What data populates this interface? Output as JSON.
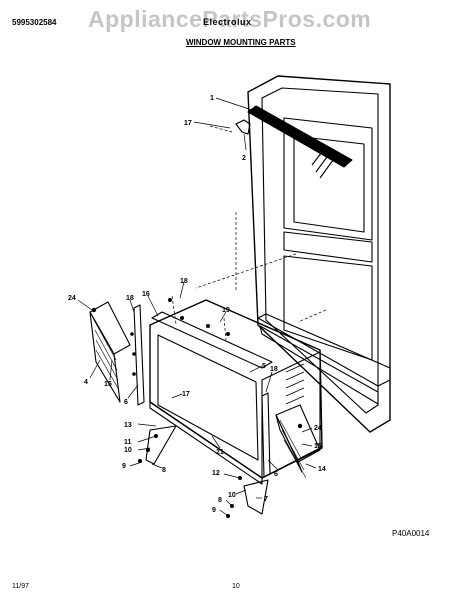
{
  "header": {
    "part_number": "5995302584",
    "brand": "Electrolux",
    "watermark": "AppliancePartsPros.com",
    "title": "WINDOW MOUNTING PARTS"
  },
  "footer": {
    "diagram_ref": "P40A0014",
    "date": "11/97",
    "page": "10"
  },
  "callouts": [
    "1",
    "17",
    "2",
    "18",
    "16",
    "24",
    "18",
    "4",
    "15",
    "6",
    "19",
    "5",
    "17",
    "13",
    "11",
    "10",
    "9",
    "8",
    "21",
    "18",
    "6",
    "24",
    "15",
    "14",
    "12",
    "10",
    "7",
    "8",
    "9"
  ]
}
